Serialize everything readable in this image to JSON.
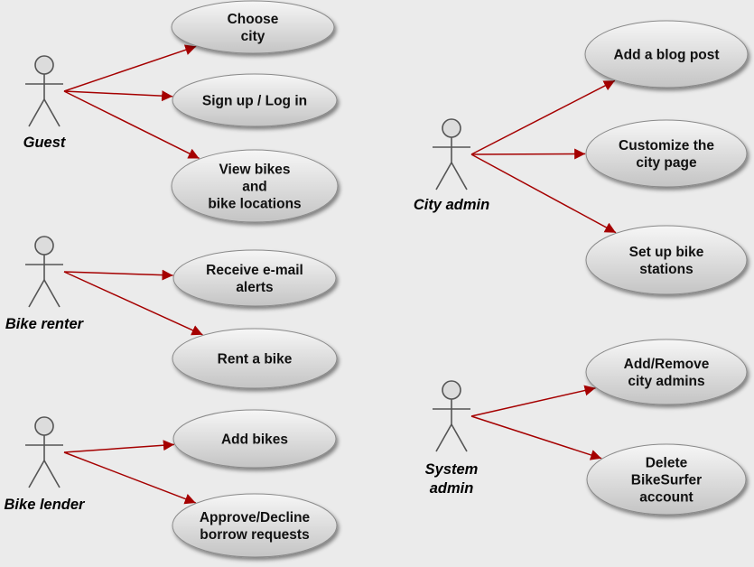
{
  "actors": [
    {
      "id": "guest",
      "label": [
        "Guest"
      ]
    },
    {
      "id": "bike-renter",
      "label": [
        "Bike renter"
      ]
    },
    {
      "id": "bike-lender",
      "label": [
        "Bike lender"
      ]
    },
    {
      "id": "city-admin",
      "label": [
        "City admin"
      ]
    },
    {
      "id": "system-admin",
      "label": [
        "System",
        "admin"
      ]
    }
  ],
  "use_cases": [
    {
      "id": "choose-city",
      "actor": "guest",
      "lines": [
        "Choose",
        "city"
      ]
    },
    {
      "id": "sign-up-log-in",
      "actor": "guest",
      "lines": [
        "Sign up / Log in"
      ]
    },
    {
      "id": "view-bikes",
      "actor": "guest",
      "lines": [
        "View bikes",
        "and",
        "bike locations"
      ]
    },
    {
      "id": "receive-email-alerts",
      "actor": "bike-renter",
      "lines": [
        "Receive e-mail",
        "alerts"
      ]
    },
    {
      "id": "rent-a-bike",
      "actor": "bike-renter",
      "lines": [
        "Rent a bike"
      ]
    },
    {
      "id": "add-bikes",
      "actor": "bike-lender",
      "lines": [
        "Add bikes"
      ]
    },
    {
      "id": "approve-decline",
      "actor": "bike-lender",
      "lines": [
        "Approve/Decline",
        "borrow requests"
      ]
    },
    {
      "id": "add-blog-post",
      "actor": "city-admin",
      "lines": [
        "Add a blog post"
      ]
    },
    {
      "id": "customize-city-page",
      "actor": "city-admin",
      "lines": [
        "Customize the",
        "city page"
      ]
    },
    {
      "id": "set-up-bike-stations",
      "actor": "city-admin",
      "lines": [
        "Set up bike",
        "stations"
      ]
    },
    {
      "id": "add-remove-city-admins",
      "actor": "system-admin",
      "lines": [
        "Add/Remove",
        "city admins"
      ]
    },
    {
      "id": "delete-account",
      "actor": "system-admin",
      "lines": [
        "Delete",
        "BikeSurfer",
        "account"
      ]
    }
  ],
  "colors": {
    "background": "#ebebeb",
    "arrow": "#a50000",
    "ellipse_fill_top": "#f6f6f6",
    "ellipse_fill_bottom": "#c4c4c4",
    "ellipse_stroke": "#8a8a8a",
    "actor_stroke": "#555555",
    "actor_head_fill": "#dcdcdc"
  }
}
